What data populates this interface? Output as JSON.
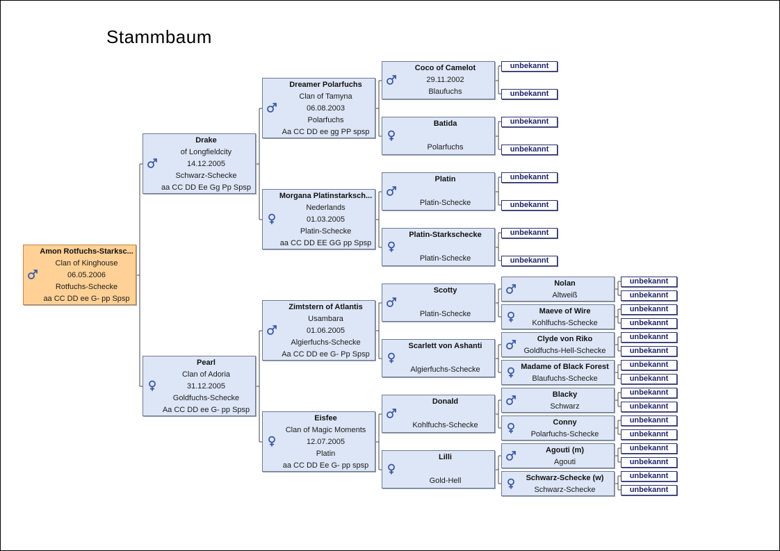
{
  "title": "Stammbaum",
  "unknown_label": "unbekannt",
  "colors": {
    "box_fill": "#dde6f6",
    "subject_fill": "#ffd196",
    "symbol": "#3a56a6",
    "unknown_text": "#1e2466"
  },
  "people": [
    {
      "id": "p0",
      "sex": "male",
      "subject": true,
      "lines": [
        "Amon Rotfuchs-Starksc...",
        "Clan of Kinghouse",
        "06.05.2006",
        "Rotfuchs-Schecke",
        "aa CC DD ee G- pp Spsp"
      ]
    },
    {
      "id": "p1",
      "sex": "male",
      "lines": [
        "Drake",
        "of Longfieldcity",
        "14.12.2005",
        "Schwarz-Schecke",
        "aa CC DD Ee Gg Pp Spsp"
      ]
    },
    {
      "id": "p2",
      "sex": "female",
      "lines": [
        "Pearl",
        "Clan of Adoria",
        "31.12.2005",
        "Goldfuchs-Schecke",
        "Aa CC DD ee G- pp Spsp"
      ]
    },
    {
      "id": "p3",
      "sex": "male",
      "lines": [
        "Dreamer Polarfuchs",
        "Clan of Tamyna",
        "06.08.2003",
        "Polarfuchs",
        "Aa CC DD ee gg PP spsp"
      ]
    },
    {
      "id": "p4",
      "sex": "female",
      "lines": [
        "Morgana Platinstarksch...",
        "Nederlands",
        "01.03.2005",
        "Platin-Schecke",
        "aa CC DD EE GG pp Spsp"
      ]
    },
    {
      "id": "p5",
      "sex": "male",
      "lines": [
        "Zimtstern of Atlantis",
        "Usambara",
        "01.06.2005",
        "Algierfuchs-Schecke",
        "Aa CC DD ee G- Pp Spsp"
      ]
    },
    {
      "id": "p6",
      "sex": "female",
      "lines": [
        "Eisfee",
        "Clan of Magic Moments",
        "12.07.2005",
        "Platin",
        "aa CC DD Ee G- pp spsp"
      ]
    },
    {
      "id": "p7",
      "sex": "male",
      "lines": [
        "Coco of Camelot",
        "29.11.2002",
        "Blaufuchs"
      ]
    },
    {
      "id": "p8",
      "sex": "female",
      "lines": [
        "Batida",
        "",
        "Polarfuchs"
      ]
    },
    {
      "id": "p9",
      "sex": "male",
      "lines": [
        "Platin",
        "",
        "Platin-Schecke"
      ]
    },
    {
      "id": "p10",
      "sex": "female",
      "lines": [
        "Platin-Starkschecke",
        "",
        "Platin-Schecke"
      ]
    },
    {
      "id": "p11",
      "sex": "male",
      "lines": [
        "Scotty",
        "",
        "Platin-Schecke"
      ]
    },
    {
      "id": "p12",
      "sex": "female",
      "lines": [
        "Scarlett von Ashanti",
        "",
        "Algierfuchs-Schecke"
      ]
    },
    {
      "id": "p13",
      "sex": "male",
      "lines": [
        "Donald",
        "",
        "Kohlfuchs-Schecke"
      ]
    },
    {
      "id": "p14",
      "sex": "female",
      "lines": [
        "Lilli",
        "",
        "Gold-Hell"
      ]
    },
    {
      "id": "p15",
      "sex": "male",
      "lines": [
        "Nolan",
        "Altweiß"
      ]
    },
    {
      "id": "p16",
      "sex": "female",
      "lines": [
        "Maeve of Wire",
        "Kohlfuchs-Schecke"
      ]
    },
    {
      "id": "p17",
      "sex": "male",
      "lines": [
        "Clyde von Riko",
        "Goldfuchs-Hell-Schecke"
      ]
    },
    {
      "id": "p18",
      "sex": "female",
      "lines": [
        "Madame of Black Forest",
        "Blaufuchs-Schecke"
      ]
    },
    {
      "id": "p19",
      "sex": "male",
      "lines": [
        "Blacky",
        "Schwarz"
      ]
    },
    {
      "id": "p20",
      "sex": "female",
      "lines": [
        "Conny",
        "Polarfuchs-Schecke"
      ]
    },
    {
      "id": "p21",
      "sex": "male",
      "lines": [
        "Agouti (m)",
        "Agouti"
      ]
    },
    {
      "id": "p22",
      "sex": "female",
      "lines": [
        "Schwarz-Schecke (w)",
        "Schwarz-Schecke"
      ]
    }
  ]
}
